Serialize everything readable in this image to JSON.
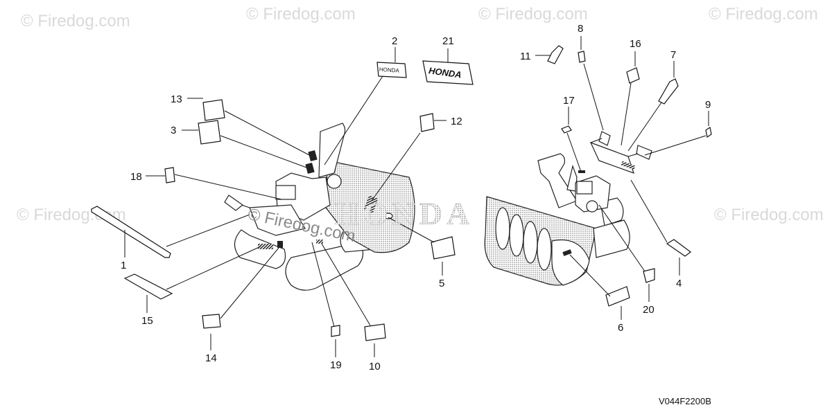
{
  "watermarks": [
    "© Firedog.com",
    "© Firedog.com",
    "© Firedog.com",
    "© Firedog.com",
    "© Firedog.com",
    "© Firedog.com"
  ],
  "center_watermark": "© Firedog.com",
  "diagram_code": "V044F2200B",
  "labels": {
    "horizontal_text": "HONDA",
    "callouts": [
      "1",
      "2",
      "3",
      "4",
      "5",
      "6",
      "7",
      "8",
      "9",
      "10",
      "11",
      "12",
      "13",
      "14",
      "15",
      "16",
      "17",
      "18",
      "19",
      "20",
      "21"
    ]
  }
}
